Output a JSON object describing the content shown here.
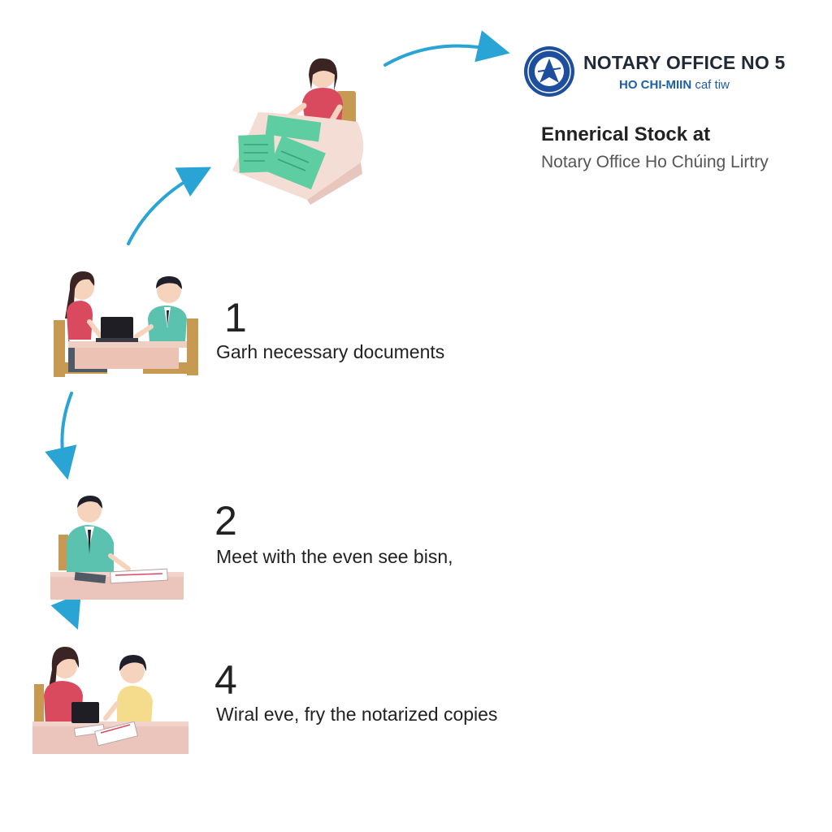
{
  "header": {
    "org_name": "NOTARY OFFICE NO 5",
    "city_bold": "HO CHI-MIIN",
    "city_rest": "caf tiw",
    "subheading": "Ennerical Stock at",
    "subline": "Notary Office Ho Chúing Lirtry"
  },
  "steps": [
    {
      "number": "1",
      "text": "Garh necessary documents"
    },
    {
      "number": "2",
      "text": "Meet with the even see bisn,"
    },
    {
      "number": "4",
      "text": "Wiral eve, fry the notarized copies"
    }
  ],
  "colors": {
    "arrow": "#2aa4d4",
    "seal_blue": "#1d4f9e",
    "shirt_red": "#d94a5e",
    "shirt_teal": "#5cc2b0",
    "shirt_yellow": "#f5dc8c",
    "skin": "#f6d3bd",
    "hair": "#3a2424",
    "desk_pink": "#ebc4bb",
    "chair_wood": "#c79a54",
    "doc_green": "#5ecda2"
  }
}
